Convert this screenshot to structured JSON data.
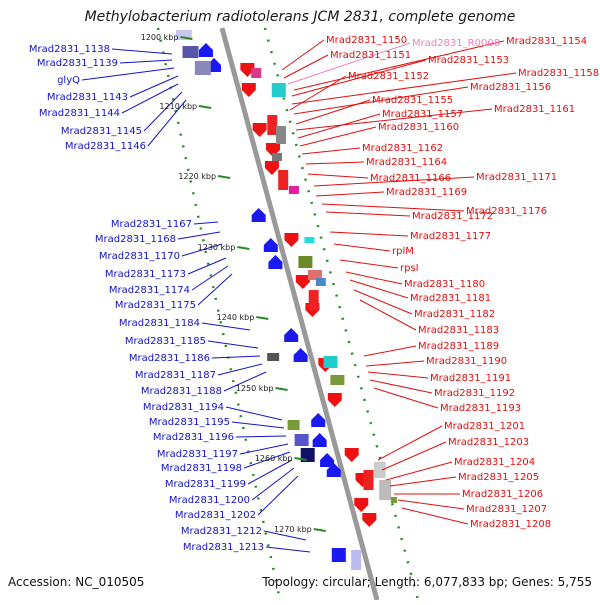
{
  "title": "Methylobacterium radiotolerans JCM 2831, complete genome",
  "accession": "Accession: NC_010505",
  "topology": "Topology: circular; Length: 6,077,833 bp; Genes: 5,755",
  "colors": {
    "left_labels": "#1414c8",
    "right_labels": "#e01010",
    "rna_label": "#f080c0",
    "backbone": "#999999",
    "ticks": "#2a8a2a"
  },
  "kbp_markers": [
    {
      "label": "1200 kbp"
    },
    {
      "label": "1210 kbp"
    },
    {
      "label": "1220 kbp"
    },
    {
      "label": "1230 kbp"
    },
    {
      "label": "1240 kbp"
    },
    {
      "label": "1250 kbp"
    },
    {
      "label": "1260 kbp"
    },
    {
      "label": "1270 kbp"
    }
  ],
  "left_genes": [
    {
      "label": "Mrad2831_1138"
    },
    {
      "label": "Mrad2831_1139"
    },
    {
      "label": "glyQ"
    },
    {
      "label": "Mrad2831_1143"
    },
    {
      "label": "Mrad2831_1144"
    },
    {
      "label": "Mrad2831_1145"
    },
    {
      "label": "Mrad2831_1146"
    },
    {
      "label": "Mrad2831_1167"
    },
    {
      "label": "Mrad2831_1168"
    },
    {
      "label": "Mrad2831_1170"
    },
    {
      "label": "Mrad2831_1173"
    },
    {
      "label": "Mrad2831_1174"
    },
    {
      "label": "Mrad2831_1175"
    },
    {
      "label": "Mrad2831_1184"
    },
    {
      "label": "Mrad2831_1185"
    },
    {
      "label": "Mrad2831_1186"
    },
    {
      "label": "Mrad2831_1187"
    },
    {
      "label": "Mrad2831_1188"
    },
    {
      "label": "Mrad2831_1194"
    },
    {
      "label": "Mrad2831_1195"
    },
    {
      "label": "Mrad2831_1196"
    },
    {
      "label": "Mrad2831_1197"
    },
    {
      "label": "Mrad2831_1198"
    },
    {
      "label": "Mrad2831_1199"
    },
    {
      "label": "Mrad2831_1200"
    },
    {
      "label": "Mrad2831_1202"
    },
    {
      "label": "Mrad2831_1212"
    },
    {
      "label": "Mrad2831_1213"
    }
  ],
  "right_genes": [
    {
      "label": "Mrad2831_1150"
    },
    {
      "label": "Mrad2831_R0008"
    },
    {
      "label": "Mrad2831_1154"
    },
    {
      "label": "Mrad2831_1151"
    },
    {
      "label": "Mrad2831_1153"
    },
    {
      "label": "Mrad2831_1152"
    },
    {
      "label": "Mrad2831_1158"
    },
    {
      "label": "Mrad2831_1156"
    },
    {
      "label": "Mrad2831_1155"
    },
    {
      "label": "Mrad2831_1161"
    },
    {
      "label": "Mrad2831_1157"
    },
    {
      "label": "Mrad2831_1160"
    },
    {
      "label": "Mrad2831_1162"
    },
    {
      "label": "Mrad2831_1164"
    },
    {
      "label": "Mrad2831_1166"
    },
    {
      "label": "Mrad2831_1171"
    },
    {
      "label": "Mrad2831_1169"
    },
    {
      "label": "Mrad2831_1176"
    },
    {
      "label": "Mrad2831_1172"
    },
    {
      "label": "Mrad2831_1177"
    },
    {
      "label": "rplM"
    },
    {
      "label": "rpsI"
    },
    {
      "label": "Mrad2831_1180"
    },
    {
      "label": "Mrad2831_1181"
    },
    {
      "label": "Mrad2831_1182"
    },
    {
      "label": "Mrad2831_1183"
    },
    {
      "label": "Mrad2831_1189"
    },
    {
      "label": "Mrad2831_1190"
    },
    {
      "label": "Mrad2831_1191"
    },
    {
      "label": "Mrad2831_1192"
    },
    {
      "label": "Mrad2831_1193"
    },
    {
      "label": "Mrad2831_1201"
    },
    {
      "label": "Mrad2831_1203"
    },
    {
      "label": "Mrad2831_1204"
    },
    {
      "label": "Mrad2831_1205"
    },
    {
      "label": "Mrad2831_1206"
    },
    {
      "label": "Mrad2831_1207"
    },
    {
      "label": "Mrad2831_1208"
    }
  ]
}
